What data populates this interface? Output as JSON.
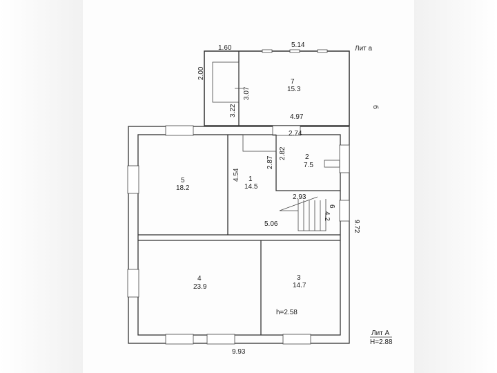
{
  "plan": {
    "annex": {
      "label": "Лит а",
      "dim_top_left": "1.60",
      "dim_top": "5.14",
      "dim_porch": "2.00",
      "dim_wall_left": "3.07",
      "dim_wall_lower": "3.22",
      "dim_bottom": "4.97",
      "mark": "б"
    },
    "main": {
      "label": "Лит А",
      "height": "H=2.88",
      "dim_bottom": "9.93",
      "dim_right": "9.72"
    },
    "rooms": [
      {
        "number": "7",
        "area": "15.3"
      },
      {
        "number": "1",
        "area": "14.5"
      },
      {
        "number": "2",
        "area": "7.5"
      },
      {
        "number": "3",
        "area": "14.7"
      },
      {
        "number": "4",
        "area": "23.9"
      },
      {
        "number": "5",
        "area": "18.2"
      },
      {
        "number": "6",
        "area": "4.2"
      }
    ],
    "dims": {
      "room2_top": "2.74",
      "room2_left": "2.82",
      "closet": "2.87",
      "room1_left": "4.54",
      "stair_top": "2.93",
      "hall_bottom": "5.06",
      "ceiling_height": "h=2.58"
    }
  }
}
